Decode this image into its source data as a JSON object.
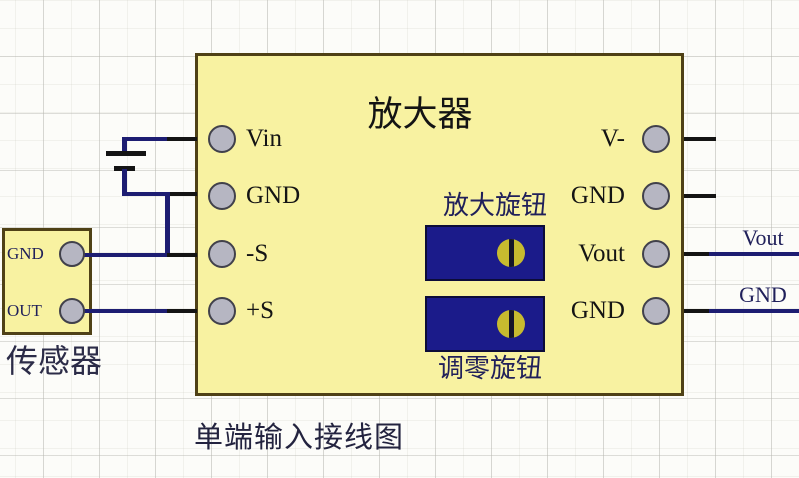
{
  "diagram": {
    "caption": "单端输入接线图",
    "amplifier": {
      "title": "放大器",
      "left_pins": [
        {
          "label": "Vin"
        },
        {
          "label": "GND"
        },
        {
          "label": "-S"
        },
        {
          "label": "+S"
        }
      ],
      "right_pins": [
        {
          "label": "V-"
        },
        {
          "label": "GND"
        },
        {
          "label": "Vout"
        },
        {
          "label": "GND"
        }
      ],
      "knobs": [
        {
          "label": "放大旋钮"
        },
        {
          "label": "调零旋钮"
        }
      ]
    },
    "sensor": {
      "label": "传感器",
      "pins": [
        {
          "label": "GND"
        },
        {
          "label": "OUT"
        }
      ]
    },
    "external_outputs": [
      {
        "label": "Vout"
      },
      {
        "label": "GND"
      }
    ],
    "colors": {
      "module_fill": "#f8f2a1",
      "module_border": "#4f4116",
      "wire_blue": "#1d1d72",
      "wire_black": "#141414",
      "pot_body": "#1b1b8a",
      "pot_knob": "#c7bb2f",
      "pin_fill": "#b6b6c2",
      "label_navy": "#20205a"
    }
  }
}
